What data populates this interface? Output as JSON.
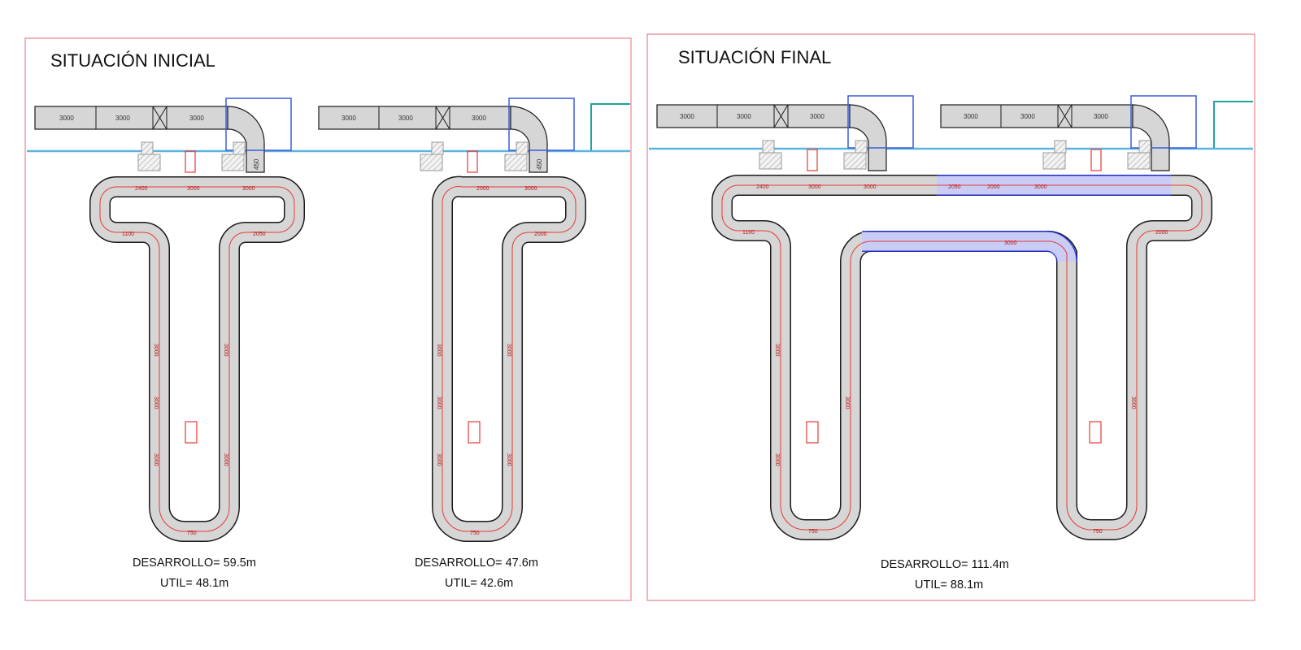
{
  "panels": [
    {
      "title": "SITUACIÓN INICIAL"
    },
    {
      "title": "SITUACIÓN FINAL"
    }
  ],
  "layouts": [
    {
      "desarrollo": "DESARROLLO= 59.5m",
      "util": "UTIL= 48.1m",
      "top_conveyor": [
        "3000",
        "3000",
        "3000"
      ],
      "elbow_label": "450",
      "loop_labels": [
        "2400",
        "3000",
        "3000",
        "2050",
        "1100",
        "3000",
        "3000",
        "3000",
        "3000",
        "3000",
        "750"
      ]
    },
    {
      "desarrollo": "DESARROLLO= 47.6m",
      "util": "UTIL= 42.6m",
      "top_conveyor": [
        "3000",
        "3000",
        "3000"
      ],
      "elbow_label": "450",
      "loop_labels": [
        "2000",
        "3000",
        "2000",
        "3000",
        "3000",
        "3000",
        "3000",
        "3000",
        "750"
      ]
    },
    {
      "desarrollo": "DESARROLLO= 111.4m",
      "util": "UTIL= 88.1m",
      "top_conveyor_left": [
        "3000",
        "3000",
        "3000"
      ],
      "top_conveyor_right": [
        "3000",
        "3000",
        "3000"
      ],
      "loop_labels": [
        "2400",
        "3000",
        "3000",
        "2050",
        "2000",
        "3000",
        "1100",
        "3000",
        "2000",
        "3000",
        "3000",
        "3000",
        "3000",
        "750",
        "750"
      ]
    }
  ],
  "colors": {
    "border": "#e8878f",
    "floor_line": "#5ab4e0",
    "track_fill": "#d6d6d6",
    "track_stroke": "#1a1a1a",
    "rail": "#e53935",
    "new_section": "#1f2bd6",
    "hatch": "#9e9e9e",
    "marker": "#e53935",
    "teal": "#1fa59a"
  }
}
